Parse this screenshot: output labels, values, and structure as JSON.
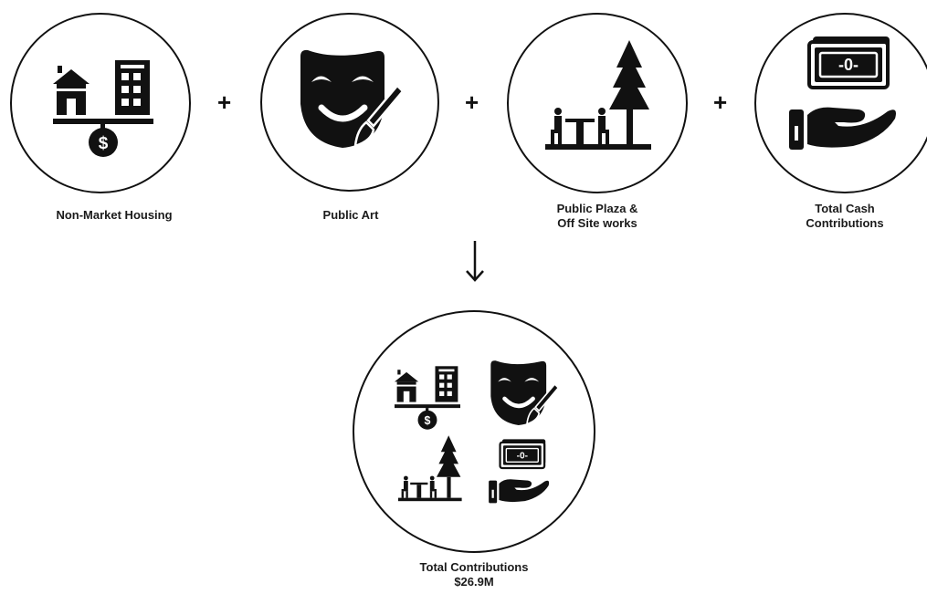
{
  "items": [
    {
      "label": "Non-Market Housing",
      "icon": "housing-icon"
    },
    {
      "label": "Public Art",
      "icon": "art-mask-icon"
    },
    {
      "label_line1": "Public Plaza &",
      "label_line2": "Off Site works",
      "icon": "plaza-tree-icon"
    },
    {
      "label_line1": "Total Cash",
      "label_line2": "Contributions",
      "icon": "cash-hand-icon"
    }
  ],
  "operators": [
    "+",
    "+",
    "+"
  ],
  "result": {
    "label": "Total Contributions",
    "value": "$26.9M"
  },
  "colors": {
    "ink": "#111111",
    "background": "#ffffff"
  }
}
